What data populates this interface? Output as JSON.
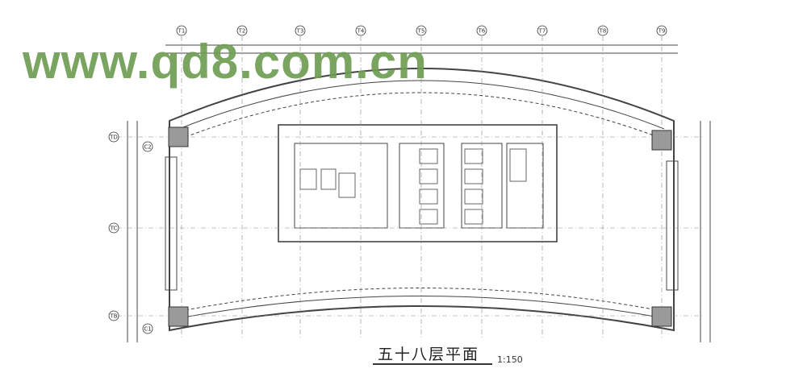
{
  "watermark": "www.qd8.com.cn",
  "drawing": {
    "title": "五十八层平面",
    "scale": "1:150",
    "grid_columns": [
      "T1",
      "T2",
      "T3",
      "T4",
      "T5",
      "T6",
      "T7",
      "T8",
      "T9"
    ],
    "grid_rows": [
      "TD",
      "TC",
      "TB"
    ],
    "sub_grid_rows": [
      "C2",
      "C1"
    ]
  },
  "colors": {
    "watermark": "#6f9e54",
    "line": "#333333",
    "column_fill": "#9a9a9a"
  }
}
